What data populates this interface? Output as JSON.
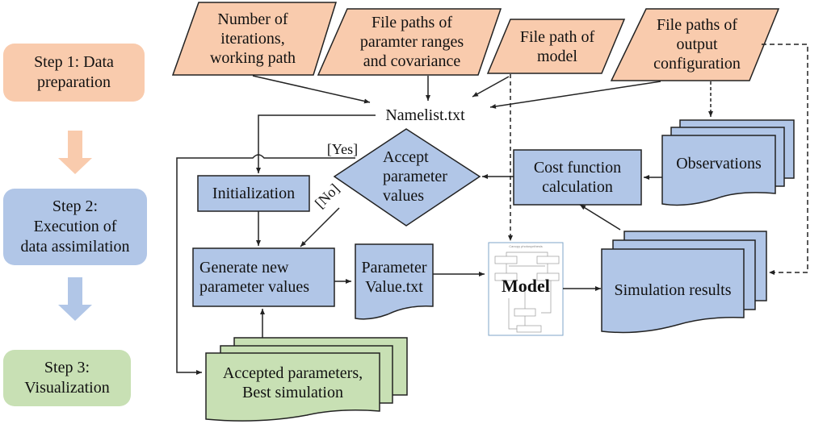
{
  "colors": {
    "step1": "#f9cbad",
    "step2": "#b1c6e7",
    "step3": "#c8e0b4",
    "arrow1": "#f9cbad",
    "arrow2": "#b1c6e7",
    "input_fill": "#f9cbad",
    "process_fill": "#b1c6e7",
    "output_fill": "#c8e0b4",
    "stroke": "#222222"
  },
  "steps": [
    {
      "label": "Step 1: Data\npreparation"
    },
    {
      "label": "Step 2:\nExecution of\ndata assimilation"
    },
    {
      "label": "Step 3:\nVisualization"
    }
  ],
  "inputs": [
    {
      "label": "Number of\niterations,\nworking path"
    },
    {
      "label": "File paths of\nparamter ranges\nand covariance"
    },
    {
      "label": "File path of\nmodel"
    },
    {
      "label": "File paths of\noutput\nconfiguration"
    }
  ],
  "nodes": {
    "namelist": "Namelist.txt",
    "decision": "Accept\nparameter\nvalues",
    "initialization": "Initialization",
    "cost_function": "Cost function\ncalculation",
    "observations": "Observations",
    "generate": "Generate new\nparameter values",
    "parameter_value": "Parameter\nValue.txt",
    "model": "Model",
    "simulation_results": "Simulation results",
    "accepted": "Accepted parameters,\nBest simulation"
  },
  "edge_labels": {
    "yes": "[Yes]",
    "no": "[No]"
  }
}
